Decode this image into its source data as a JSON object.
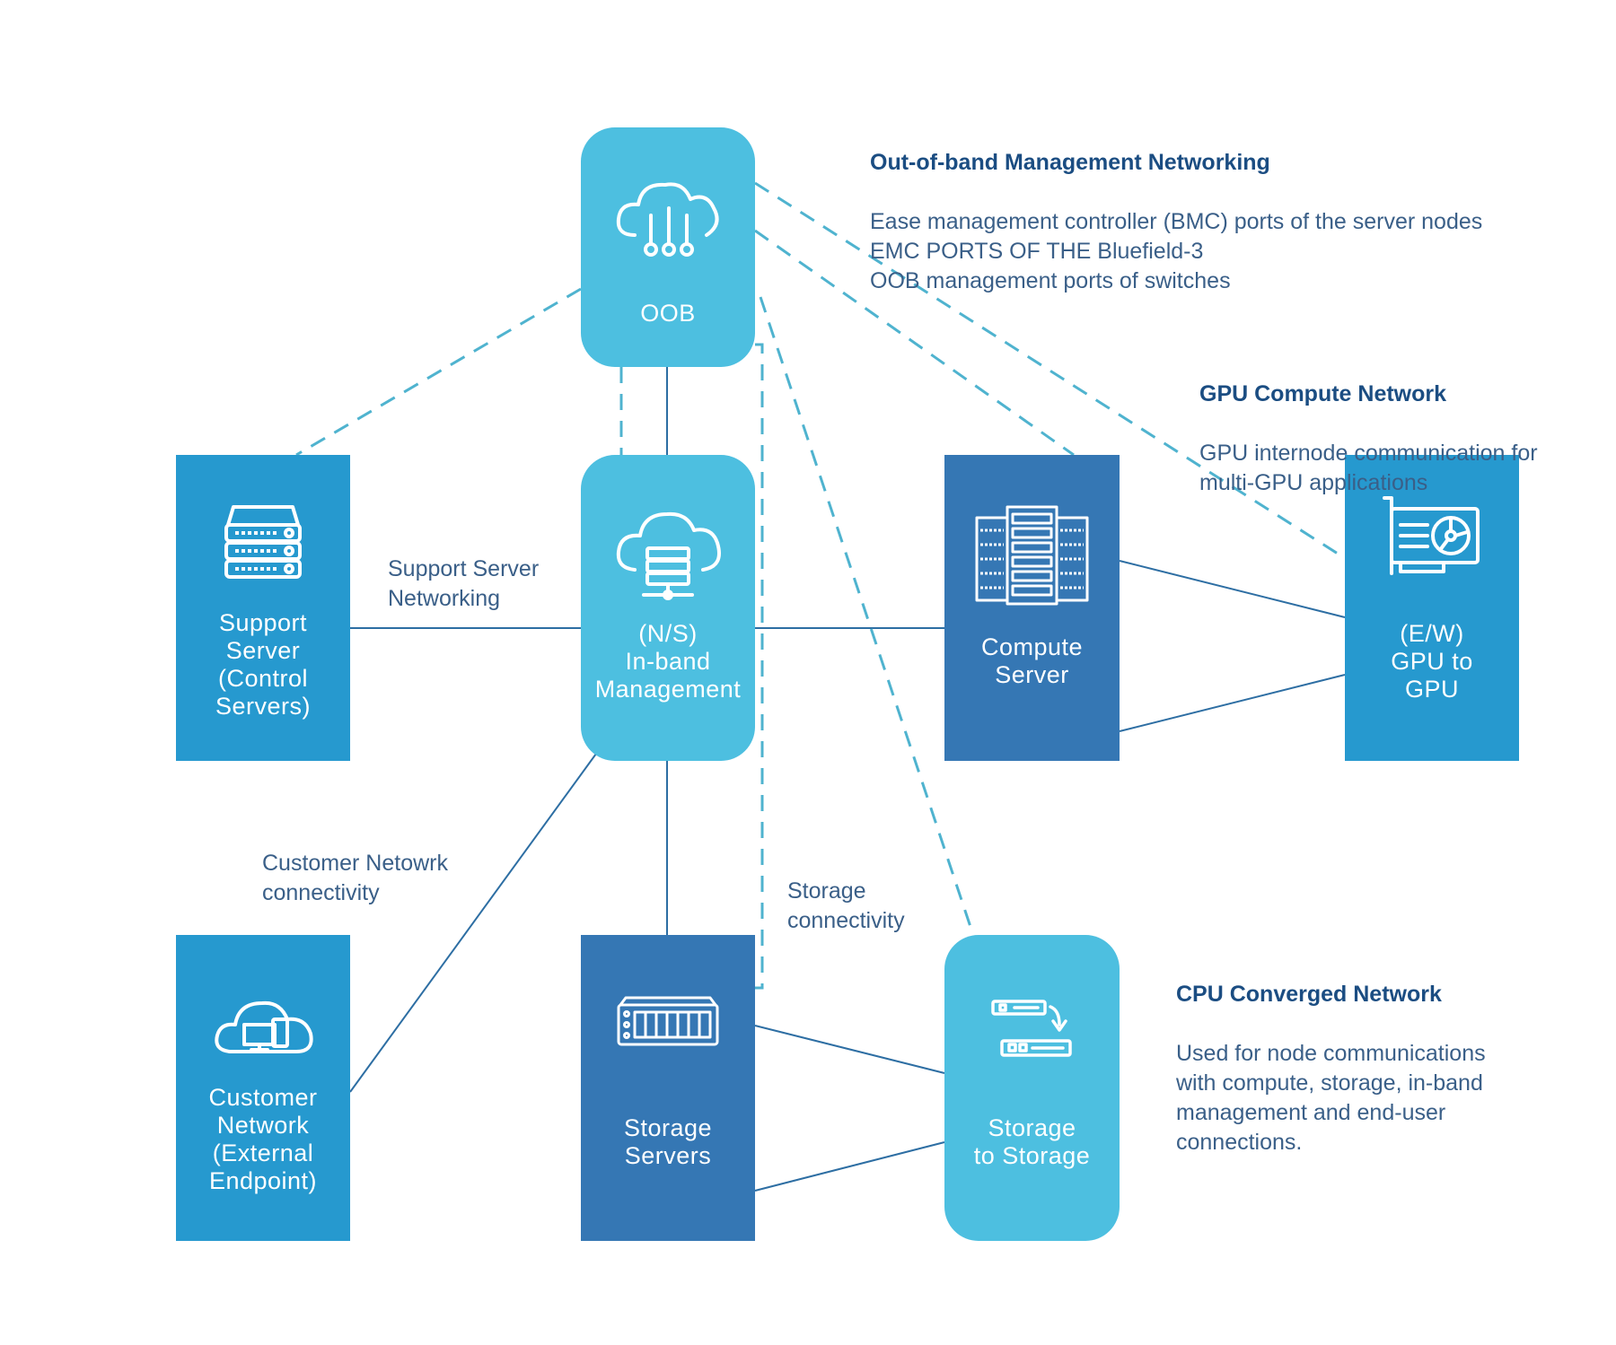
{
  "nodes": {
    "oob": {
      "label": "OOB",
      "icon": "cloud-network-icon"
    },
    "inband": {
      "label": "(N/S)\nIn-band\nManagement",
      "icon": "cloud-server-icon"
    },
    "support": {
      "label": "Support\nServer\n(Control\nServers)",
      "icon": "server-stack-icon"
    },
    "compute": {
      "label": "Compute\nServer",
      "icon": "server-rack-icon"
    },
    "gpu": {
      "label": "(E/W)\nGPU to\nGPU",
      "icon": "gpu-card-icon"
    },
    "customer": {
      "label": "Customer\nNetwork\n(External\nEndpoint)",
      "icon": "cloud-devices-icon"
    },
    "storage_servers": {
      "label": "Storage\nServers",
      "icon": "storage-array-icon"
    },
    "storage_to_storage": {
      "label": "Storage\nto Storage",
      "icon": "storage-transfer-icon"
    }
  },
  "notes": {
    "oob": {
      "title": "Out-of-band Management Networking",
      "lines": "Ease management controller (BMC) ports of the server nodes\nEMC PORTS OF THE Bluefield-3\nOOB management ports of switches"
    },
    "gpu": {
      "title": "GPU Compute Network",
      "lines": "GPU internode communication for\nmulti-GPU applications"
    },
    "cpu": {
      "title": "CPU Converged Network",
      "lines": "Used for node communications\nwith compute, storage, in-band\nmanagement and end-user\nconnections."
    }
  },
  "connection_labels": {
    "support": "Support Server\nNetworking",
    "customer": "Customer Netowrk\nconnectivity",
    "storage": "Storage\nconnectivity"
  },
  "colors": {
    "light": "#4dbfe0",
    "mid": "#2699cf",
    "dark": "#3577b4",
    "line": "#2d6ea3",
    "dash": "#4fb3cf"
  }
}
